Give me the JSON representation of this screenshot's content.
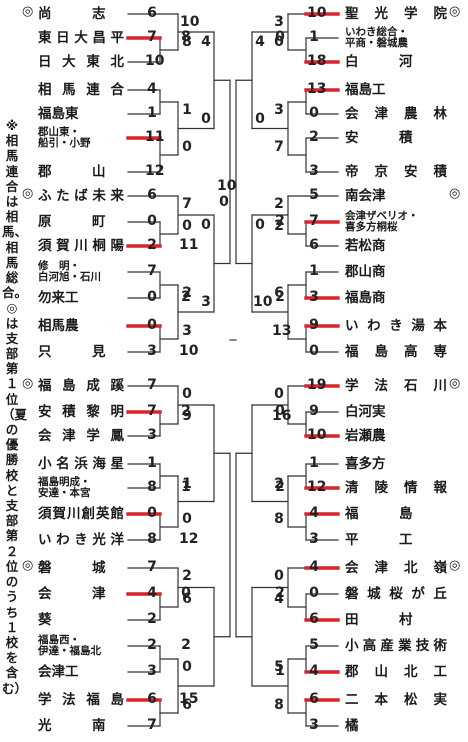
{
  "colors": {
    "win": "#d8242b",
    "line": "#333333"
  },
  "note": "※相馬連合は相馬、相馬総合。◎は支部第１位（夏の優勝校と支部第２位のうち１校を含む）",
  "left_teams": [
    {
      "name": "尚　　　志",
      "seed": true
    },
    {
      "name": "東日大昌平"
    },
    {
      "name": "日大東北"
    },
    {
      "name": "相馬連合"
    },
    {
      "name": "福島東"
    },
    {
      "name_lines": [
        "郡山東・",
        "船引・小野"
      ]
    },
    {
      "name": "郡　　　山"
    },
    {
      "name": "ふたば未来",
      "seed": true
    },
    {
      "name": "原　　　町"
    },
    {
      "name": "須賀川桐陽"
    },
    {
      "name_lines": [
        "修　明・",
        "白河旭・石川"
      ]
    },
    {
      "name": "勿来工"
    },
    {
      "name": "相馬農"
    },
    {
      "name": "只　　　見"
    },
    {
      "name": "福島成蹊",
      "seed": true
    },
    {
      "name": "安積黎明"
    },
    {
      "name": "会津学鳳"
    },
    {
      "name": "小名浜海星"
    },
    {
      "name_lines": [
        "福島明成・",
        "安達・本宮"
      ]
    },
    {
      "name": "須賀川創英館"
    },
    {
      "name": "いわき光洋"
    },
    {
      "name": "磐　　　城",
      "seed": true
    },
    {
      "name": "会　　　津"
    },
    {
      "name": "葵"
    },
    {
      "name_lines": [
        "福島西・",
        "伊達・福島北"
      ]
    },
    {
      "name": "会津工"
    },
    {
      "name": "学法福島"
    },
    {
      "name": "光　　　南"
    }
  ],
  "right_teams": [
    {
      "name": "聖光学院",
      "seed": true
    },
    {
      "name_lines": [
        "いわき総合・",
        "平商・磐城農"
      ]
    },
    {
      "name": "白　　　河"
    },
    {
      "name": "福島工"
    },
    {
      "name": "会津農林"
    },
    {
      "name": "安　　　積"
    },
    {
      "name": "帝京安積"
    },
    {
      "name": "南会津",
      "seed": true
    },
    {
      "name_lines": [
        "会津ザベリオ・",
        "喜多方桐桜"
      ]
    },
    {
      "name": "若松商"
    },
    {
      "name": "郡山商"
    },
    {
      "name": "福島商"
    },
    {
      "name": "いわき湯本"
    },
    {
      "name": "福島高専"
    },
    {
      "name": "学法石川",
      "seed": true
    },
    {
      "name": "白河実"
    },
    {
      "name": "岩瀬農"
    },
    {
      "name": "喜多方"
    },
    {
      "name": "清陵情報"
    },
    {
      "name": "福　　　島"
    },
    {
      "name": "平　　　工"
    },
    {
      "name": "会津北嶺",
      "seed": true
    },
    {
      "name": "磐城桜が丘"
    },
    {
      "name": "田　　　村"
    },
    {
      "name": "小高産業技術"
    },
    {
      "name": "郡山北工"
    },
    {
      "name": "二本松実"
    },
    {
      "name": "橘"
    }
  ],
  "scores": {
    "left": [
      [
        "6"
      ],
      [
        "7",
        "8"
      ],
      [
        "10"
      ],
      [
        "4"
      ],
      [
        "1"
      ],
      [
        "11"
      ],
      [
        "12"
      ],
      [
        "6"
      ],
      [
        "0"
      ],
      [
        "2",
        "11"
      ],
      [
        "7"
      ],
      [
        "0",
        "2"
      ],
      [
        "0"
      ],
      [
        "3",
        "10"
      ],
      [
        "7"
      ],
      [
        "7",
        "2"
      ],
      [
        "3"
      ],
      [
        "1"
      ],
      [
        "8",
        "1"
      ],
      [
        "0"
      ],
      [
        "8",
        "12"
      ],
      [
        "7"
      ],
      [
        "4",
        "0"
      ],
      [
        "2"
      ],
      [
        "2",
        "2"
      ],
      [
        "3"
      ],
      [
        "6",
        "15"
      ],
      [
        "7"
      ]
    ],
    "left_r2": [
      "10",
      "8",
      "1",
      "0",
      "7",
      "0",
      "2",
      "3",
      "0",
      "9",
      "1",
      "0",
      "2",
      "6",
      "0",
      "6"
    ],
    "left_r3": [
      "4",
      "0",
      "0",
      "3"
    ],
    "left_r4": [
      "10",
      "0"
    ],
    "right": [
      [
        "10"
      ],
      [
        "1",
        "0"
      ],
      [
        "18"
      ],
      [
        "13"
      ],
      [
        "0"
      ],
      [
        "2"
      ],
      [
        "3"
      ],
      [
        "5"
      ],
      [
        "7",
        "2"
      ],
      [
        "6"
      ],
      [
        "1"
      ],
      [
        "3",
        "2"
      ],
      [
        "9"
      ],
      [
        "0"
      ],
      [
        "19"
      ],
      [
        "9",
        "0"
      ],
      [
        "10"
      ],
      [
        "1"
      ],
      [
        "12",
        "2"
      ],
      [
        "4"
      ],
      [
        "3"
      ],
      [
        "4"
      ],
      [
        "0",
        "2"
      ],
      [
        "6"
      ],
      [
        "5"
      ],
      [
        "4",
        "1"
      ],
      [
        "6"
      ],
      [
        "3"
      ]
    ],
    "right_r2": [
      "3",
      "0",
      "3",
      "7",
      "2",
      "2",
      "6",
      "13",
      "0",
      "16",
      "2",
      "8",
      "0",
      "4",
      "5",
      "8"
    ],
    "right_r3": [
      "4",
      "0",
      "0",
      "10"
    ]
  }
}
